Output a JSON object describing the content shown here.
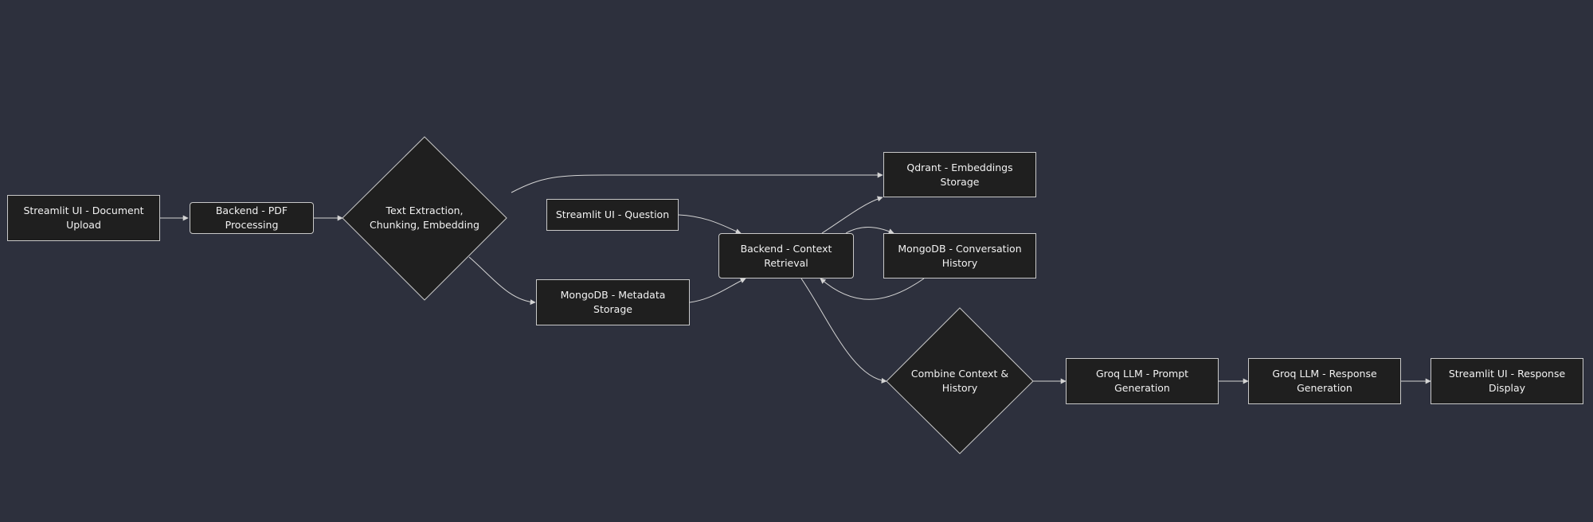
{
  "diagram": {
    "nodes": {
      "upload": {
        "label": "Streamlit UI - Document Upload"
      },
      "pdf": {
        "label": "Backend - PDF Processing"
      },
      "extract": {
        "label": "Text Extraction, Chunking, Embedding"
      },
      "question": {
        "label": "Streamlit UI - Question"
      },
      "metadata": {
        "label": "MongoDB - Metadata Storage"
      },
      "retrieval": {
        "label": "Backend - Context Retrieval"
      },
      "qdrant": {
        "label": "Qdrant - Embeddings Storage"
      },
      "conversation": {
        "label": "MongoDB - Conversation History"
      },
      "combine": {
        "label": "Combine Context & History"
      },
      "prompt": {
        "label": "Groq LLM - Prompt Generation"
      },
      "response": {
        "label": "Groq LLM - Response Generation"
      },
      "display": {
        "label": "Streamlit UI - Response Display"
      }
    },
    "edges": [
      {
        "from": "upload",
        "to": "pdf"
      },
      {
        "from": "pdf",
        "to": "extract"
      },
      {
        "from": "extract",
        "to": "qdrant"
      },
      {
        "from": "extract",
        "to": "metadata"
      },
      {
        "from": "question",
        "to": "retrieval"
      },
      {
        "from": "metadata",
        "to": "retrieval"
      },
      {
        "from": "retrieval",
        "to": "qdrant"
      },
      {
        "from": "retrieval",
        "to": "conversation"
      },
      {
        "from": "conversation",
        "to": "retrieval"
      },
      {
        "from": "retrieval",
        "to": "combine"
      },
      {
        "from": "combine",
        "to": "prompt"
      },
      {
        "from": "prompt",
        "to": "response"
      },
      {
        "from": "response",
        "to": "display"
      }
    ],
    "colors": {
      "background": "#2d303d",
      "node_fill": "#1f1f1f",
      "node_border": "#c8c8c8",
      "edge": "#d4d4d4",
      "text": "#f2f2f2"
    }
  }
}
